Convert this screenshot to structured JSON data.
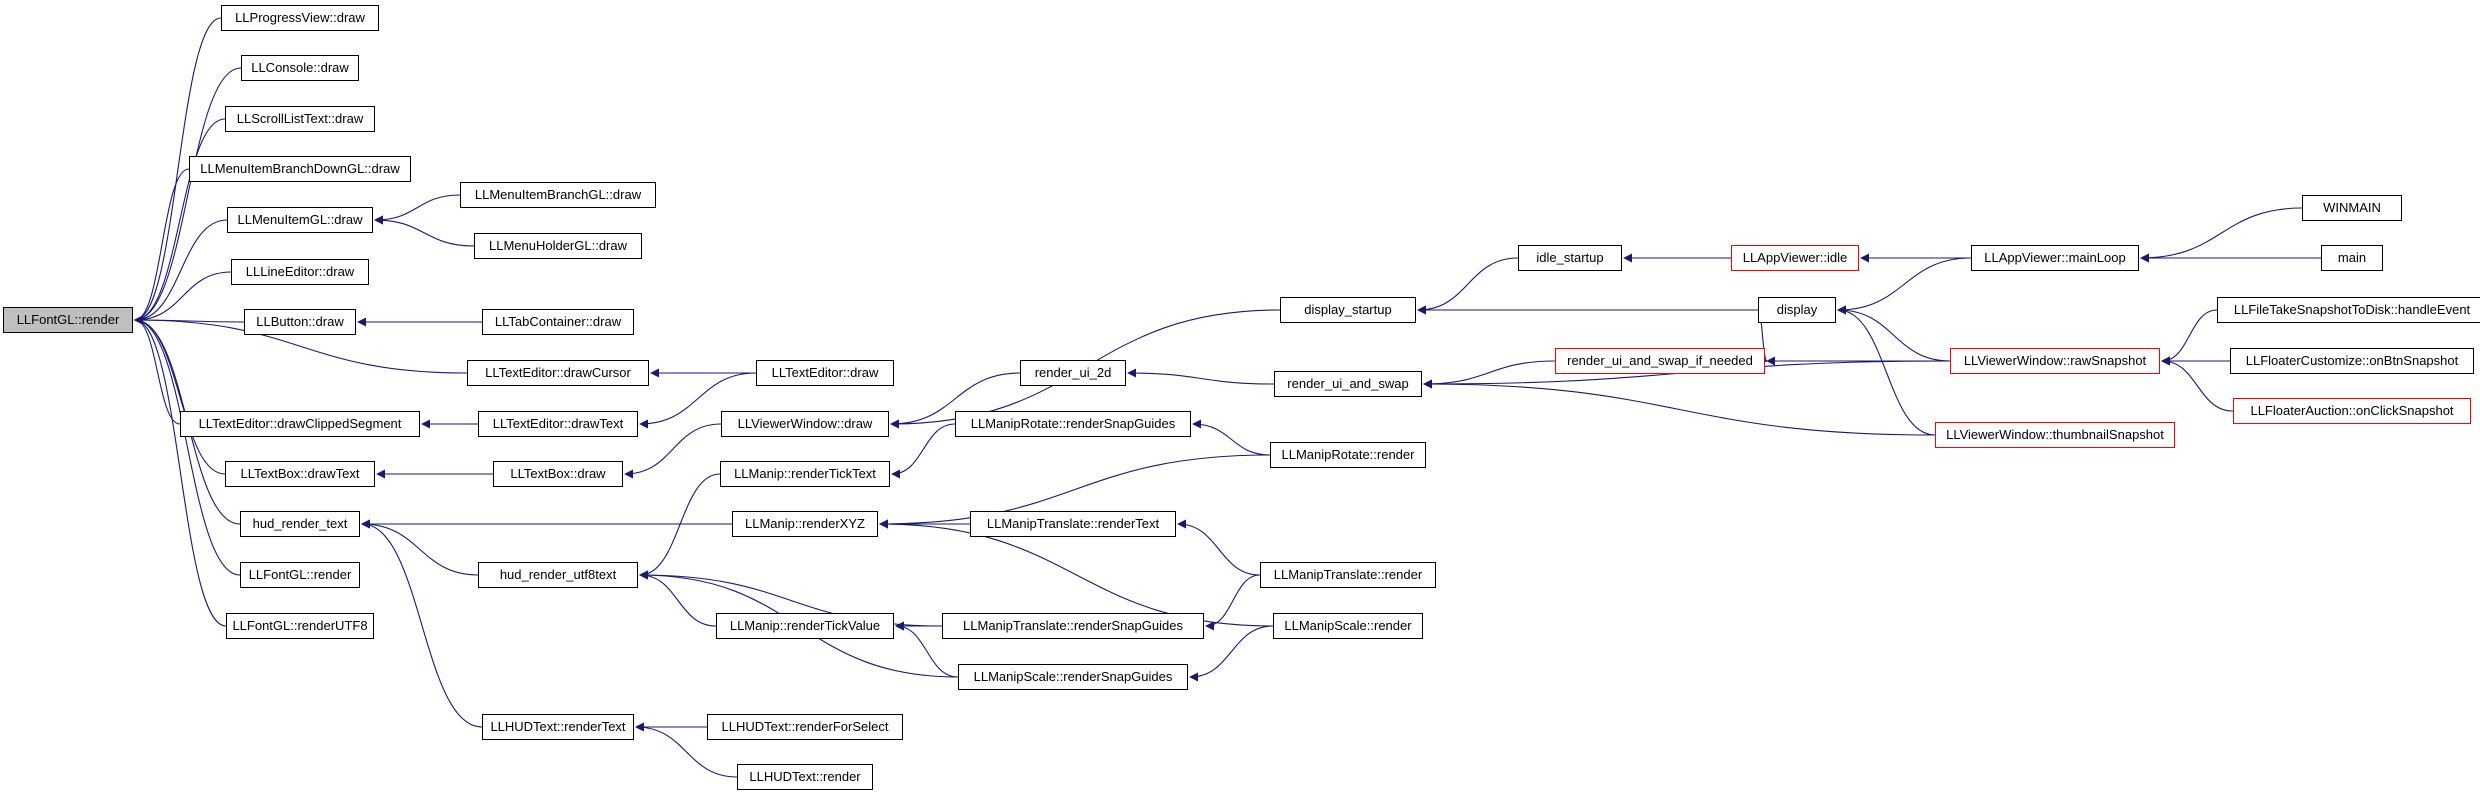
{
  "graph": {
    "edge_color": "#191970",
    "truncated_border_color": "#ff0000",
    "root_fill": "#bfbfbf",
    "nodes": [
      {
        "id": "fontgl_render",
        "label": "LLFontGL::render",
        "root": true
      },
      {
        "id": "progress",
        "label": "LLProgressView::draw"
      },
      {
        "id": "console",
        "label": "LLConsole::draw"
      },
      {
        "id": "scrolllist",
        "label": "LLScrollListText::draw"
      },
      {
        "id": "branchdown",
        "label": "LLMenuItemBranchDownGL::draw"
      },
      {
        "id": "menuitem",
        "label": "LLMenuItemGL::draw"
      },
      {
        "id": "branchgl",
        "label": "LLMenuItemBranchGL::draw"
      },
      {
        "id": "holdergl",
        "label": "LLMenuHolderGL::draw"
      },
      {
        "id": "lineeditor",
        "label": "LLLineEditor::draw"
      },
      {
        "id": "button",
        "label": "LLButton::draw"
      },
      {
        "id": "tabcontainer",
        "label": "LLTabContainer::draw"
      },
      {
        "id": "drawcursor",
        "label": "LLTextEditor::drawCursor"
      },
      {
        "id": "texteditor",
        "label": "LLTextEditor::draw"
      },
      {
        "id": "clipped",
        "label": "LLTextEditor::drawClippedSegment"
      },
      {
        "id": "drawtext",
        "label": "LLTextEditor::drawText"
      },
      {
        "id": "textbox_drawtext",
        "label": "LLTextBox::drawText"
      },
      {
        "id": "textbox_draw",
        "label": "LLTextBox::draw"
      },
      {
        "id": "viewerwindow_draw",
        "label": "LLViewerWindow::draw"
      },
      {
        "id": "display_startup",
        "label": "display_startup"
      },
      {
        "id": "render_ui_2d",
        "label": "render_ui_2d"
      },
      {
        "id": "render_ui_and_swap",
        "label": "render_ui_and_swap"
      },
      {
        "id": "render_if_needed",
        "label": "render_ui_and_swap_if_needed",
        "truncated": true
      },
      {
        "id": "idle_startup",
        "label": "idle_startup"
      },
      {
        "id": "appviewer_idle",
        "label": "LLAppViewer::idle",
        "truncated": true
      },
      {
        "id": "mainloop",
        "label": "LLAppViewer::mainLoop"
      },
      {
        "id": "winmain",
        "label": "WINMAIN"
      },
      {
        "id": "main",
        "label": "main"
      },
      {
        "id": "display",
        "label": "display"
      },
      {
        "id": "rawsnapshot",
        "label": "LLViewerWindow::rawSnapshot",
        "truncated": true
      },
      {
        "id": "thumbnail",
        "label": "LLViewerWindow::thumbnailSnapshot",
        "truncated": true
      },
      {
        "id": "filetake",
        "label": "LLFileTakeSnapshotToDisk::handleEvent"
      },
      {
        "id": "customize",
        "label": "LLFloaterCustomize::onBtnSnapshot"
      },
      {
        "id": "auction",
        "label": "LLFloaterAuction::onClickSnapshot",
        "truncated": true
      },
      {
        "id": "hud_render_text",
        "label": "hud_render_text"
      },
      {
        "id": "fontgl_render2",
        "label": "LLFontGL::render"
      },
      {
        "id": "renderutf8",
        "label": "LLFontGL::renderUTF8"
      },
      {
        "id": "rendertickText",
        "label": "LLManip::renderTickText"
      },
      {
        "id": "rotate_snap",
        "label": "LLManipRotate::renderSnapGuides"
      },
      {
        "id": "rotate_render",
        "label": "LLManipRotate::render"
      },
      {
        "id": "renderxyz",
        "label": "LLManip::renderXYZ"
      },
      {
        "id": "translate_text",
        "label": "LLManipTranslate::renderText"
      },
      {
        "id": "translate_render",
        "label": "LLManipTranslate::render"
      },
      {
        "id": "scale_render",
        "label": "LLManipScale::render"
      },
      {
        "id": "hud_utf8",
        "label": "hud_render_utf8text"
      },
      {
        "id": "ticktvalue",
        "label": "LLManip::renderTickValue"
      },
      {
        "id": "translate_snap",
        "label": "LLManipTranslate::renderSnapGuides"
      },
      {
        "id": "scale_snap",
        "label": "LLManipScale::renderSnapGuides"
      },
      {
        "id": "hudtext_render",
        "label": "LLHUDText::renderText"
      },
      {
        "id": "forselect",
        "label": "LLHUDText::renderForSelect"
      },
      {
        "id": "hudtext_r",
        "label": "LLHUDText::render"
      }
    ],
    "edges": [
      [
        "progress",
        "fontgl_render"
      ],
      [
        "console",
        "fontgl_render"
      ],
      [
        "scrolllist",
        "fontgl_render"
      ],
      [
        "branchdown",
        "fontgl_render"
      ],
      [
        "menuitem",
        "fontgl_render"
      ],
      [
        "lineeditor",
        "fontgl_render"
      ],
      [
        "button",
        "fontgl_render"
      ],
      [
        "drawcursor",
        "fontgl_render"
      ],
      [
        "clipped",
        "fontgl_render"
      ],
      [
        "textbox_drawtext",
        "fontgl_render"
      ],
      [
        "hud_render_text",
        "fontgl_render"
      ],
      [
        "fontgl_render2",
        "fontgl_render"
      ],
      [
        "renderutf8",
        "fontgl_render"
      ],
      [
        "branchgl",
        "menuitem"
      ],
      [
        "holdergl",
        "menuitem"
      ],
      [
        "tabcontainer",
        "button"
      ],
      [
        "texteditor",
        "drawcursor"
      ],
      [
        "drawtext",
        "clipped"
      ],
      [
        "texteditor",
        "drawtext"
      ],
      [
        "textbox_draw",
        "textbox_drawtext"
      ],
      [
        "viewerwindow_draw",
        "textbox_draw"
      ],
      [
        "display_startup",
        "viewerwindow_draw"
      ],
      [
        "render_ui_2d",
        "viewerwindow_draw"
      ],
      [
        "render_ui_and_swap",
        "render_ui_2d"
      ],
      [
        "render_if_needed",
        "render_ui_and_swap"
      ],
      [
        "rawsnapshot",
        "render_ui_and_swap"
      ],
      [
        "thumbnail",
        "render_ui_and_swap"
      ],
      [
        "idle_startup",
        "display_startup"
      ],
      [
        "display",
        "display_startup"
      ],
      [
        "appviewer_idle",
        "idle_startup"
      ],
      [
        "mainloop",
        "appviewer_idle"
      ],
      [
        "winmain",
        "mainloop"
      ],
      [
        "main",
        "mainloop"
      ],
      [
        "display",
        "render_if_needed"
      ],
      [
        "rawsnapshot",
        "render_if_needed"
      ],
      [
        "mainloop",
        "display"
      ],
      [
        "rawsnapshot",
        "display"
      ],
      [
        "thumbnail",
        "display"
      ],
      [
        "filetake",
        "rawsnapshot"
      ],
      [
        "customize",
        "rawsnapshot"
      ],
      [
        "auction",
        "rawsnapshot"
      ],
      [
        "renderxyz",
        "hud_render_text"
      ],
      [
        "hud_utf8",
        "hud_render_text"
      ],
      [
        "hudtext_render",
        "hud_render_text"
      ],
      [
        "rendertickText",
        "hud_utf8"
      ],
      [
        "ticktvalue",
        "hud_utf8"
      ],
      [
        "translate_snap",
        "hud_utf8"
      ],
      [
        "scale_snap",
        "hud_utf8"
      ],
      [
        "rotate_snap",
        "rendertickText"
      ],
      [
        "rotate_render",
        "rotate_snap"
      ],
      [
        "rotate_render",
        "renderxyz"
      ],
      [
        "translate_text",
        "renderxyz"
      ],
      [
        "scale_render",
        "renderxyz"
      ],
      [
        "translate_render",
        "translate_text"
      ],
      [
        "translate_snap",
        "ticktvalue"
      ],
      [
        "scale_snap",
        "ticktvalue"
      ],
      [
        "translate_render",
        "translate_snap"
      ],
      [
        "scale_render",
        "scale_snap"
      ],
      [
        "forselect",
        "hudtext_render"
      ],
      [
        "hudtext_r",
        "hudtext_render"
      ]
    ]
  }
}
